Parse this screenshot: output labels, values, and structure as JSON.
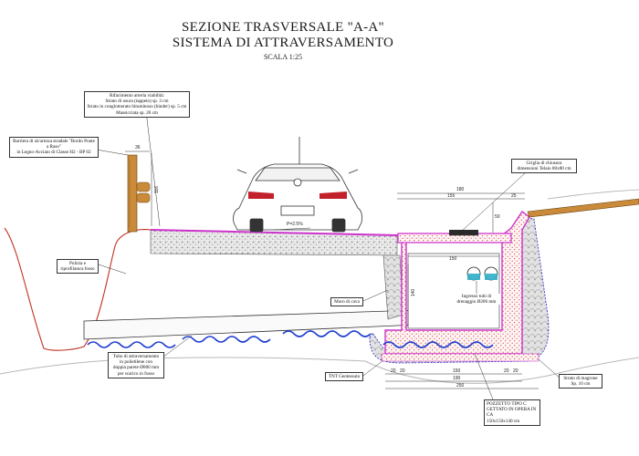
{
  "title": {
    "line1": "SEZIONE TRASVERSALE \"A-A\"",
    "line2": "SISTEMA DI ATTRAVERSAMENTO",
    "scale": "SCALA 1:25"
  },
  "labels": {
    "road_finish": [
      "Rifacimento arteria viabilità:",
      "Strato di usura (tappeto) sp. 3 cm",
      "Strato in conglomerato bituminoso (binder) sp. 5 cm",
      "Massicciata sp. 20 cm"
    ],
    "barrier": [
      "Barriera di sicurezza stradale \"Bordo Ponte a Raso\"",
      "in Legno-Acciaio di Classe H2 - BP 02"
    ],
    "ditch": [
      "Pulizia e",
      "riprofilatura fosso"
    ],
    "grate": [
      "Griglia di chiusura",
      "dimensioni Telaio 80x80 cm"
    ],
    "inlet_pipe": [
      "Ingresso tubi di",
      "drenaggio Ø200 mm"
    ],
    "stone_wall": [
      "Muro di cava"
    ],
    "crossing_pipe": [
      "Tubo di attraversamento",
      "in polietilene con",
      "doppia parete Ø800 mm",
      "per scarico in fosso"
    ],
    "geotextile": [
      "TNT Geotessuto"
    ],
    "lean_concrete": [
      "Strato di magrone",
      "Sp. 10 cm"
    ],
    "manhole": [
      "POZZETTO TIPO C",
      "GETTATO IN OPERA IN",
      "CA",
      "150x150x140 cm"
    ],
    "slope": "P=2.5%"
  },
  "dimensions": {
    "barrier_width": "36",
    "barrier_height": "116",
    "top_total": "180",
    "top_left": "155",
    "top_right": "25",
    "collar_height": "50",
    "grate_width": "80",
    "inner_width": "150",
    "wall_height": "140",
    "base_w20a": "20",
    "base_w20b": "20",
    "base_w150": "150",
    "base_w20c": "20",
    "base_w20d": "20",
    "base_w190": "190",
    "base_w250": "250"
  },
  "colors": {
    "ink": "#1a1a1a",
    "concrete_border": "#cc33cc",
    "concrete_dots": "#e06060",
    "gravel": "#9a9a9a",
    "flow_arrows": "#1f3fd0",
    "barrier_wood": "#c98a3a",
    "ground_line": "#c03020"
  }
}
